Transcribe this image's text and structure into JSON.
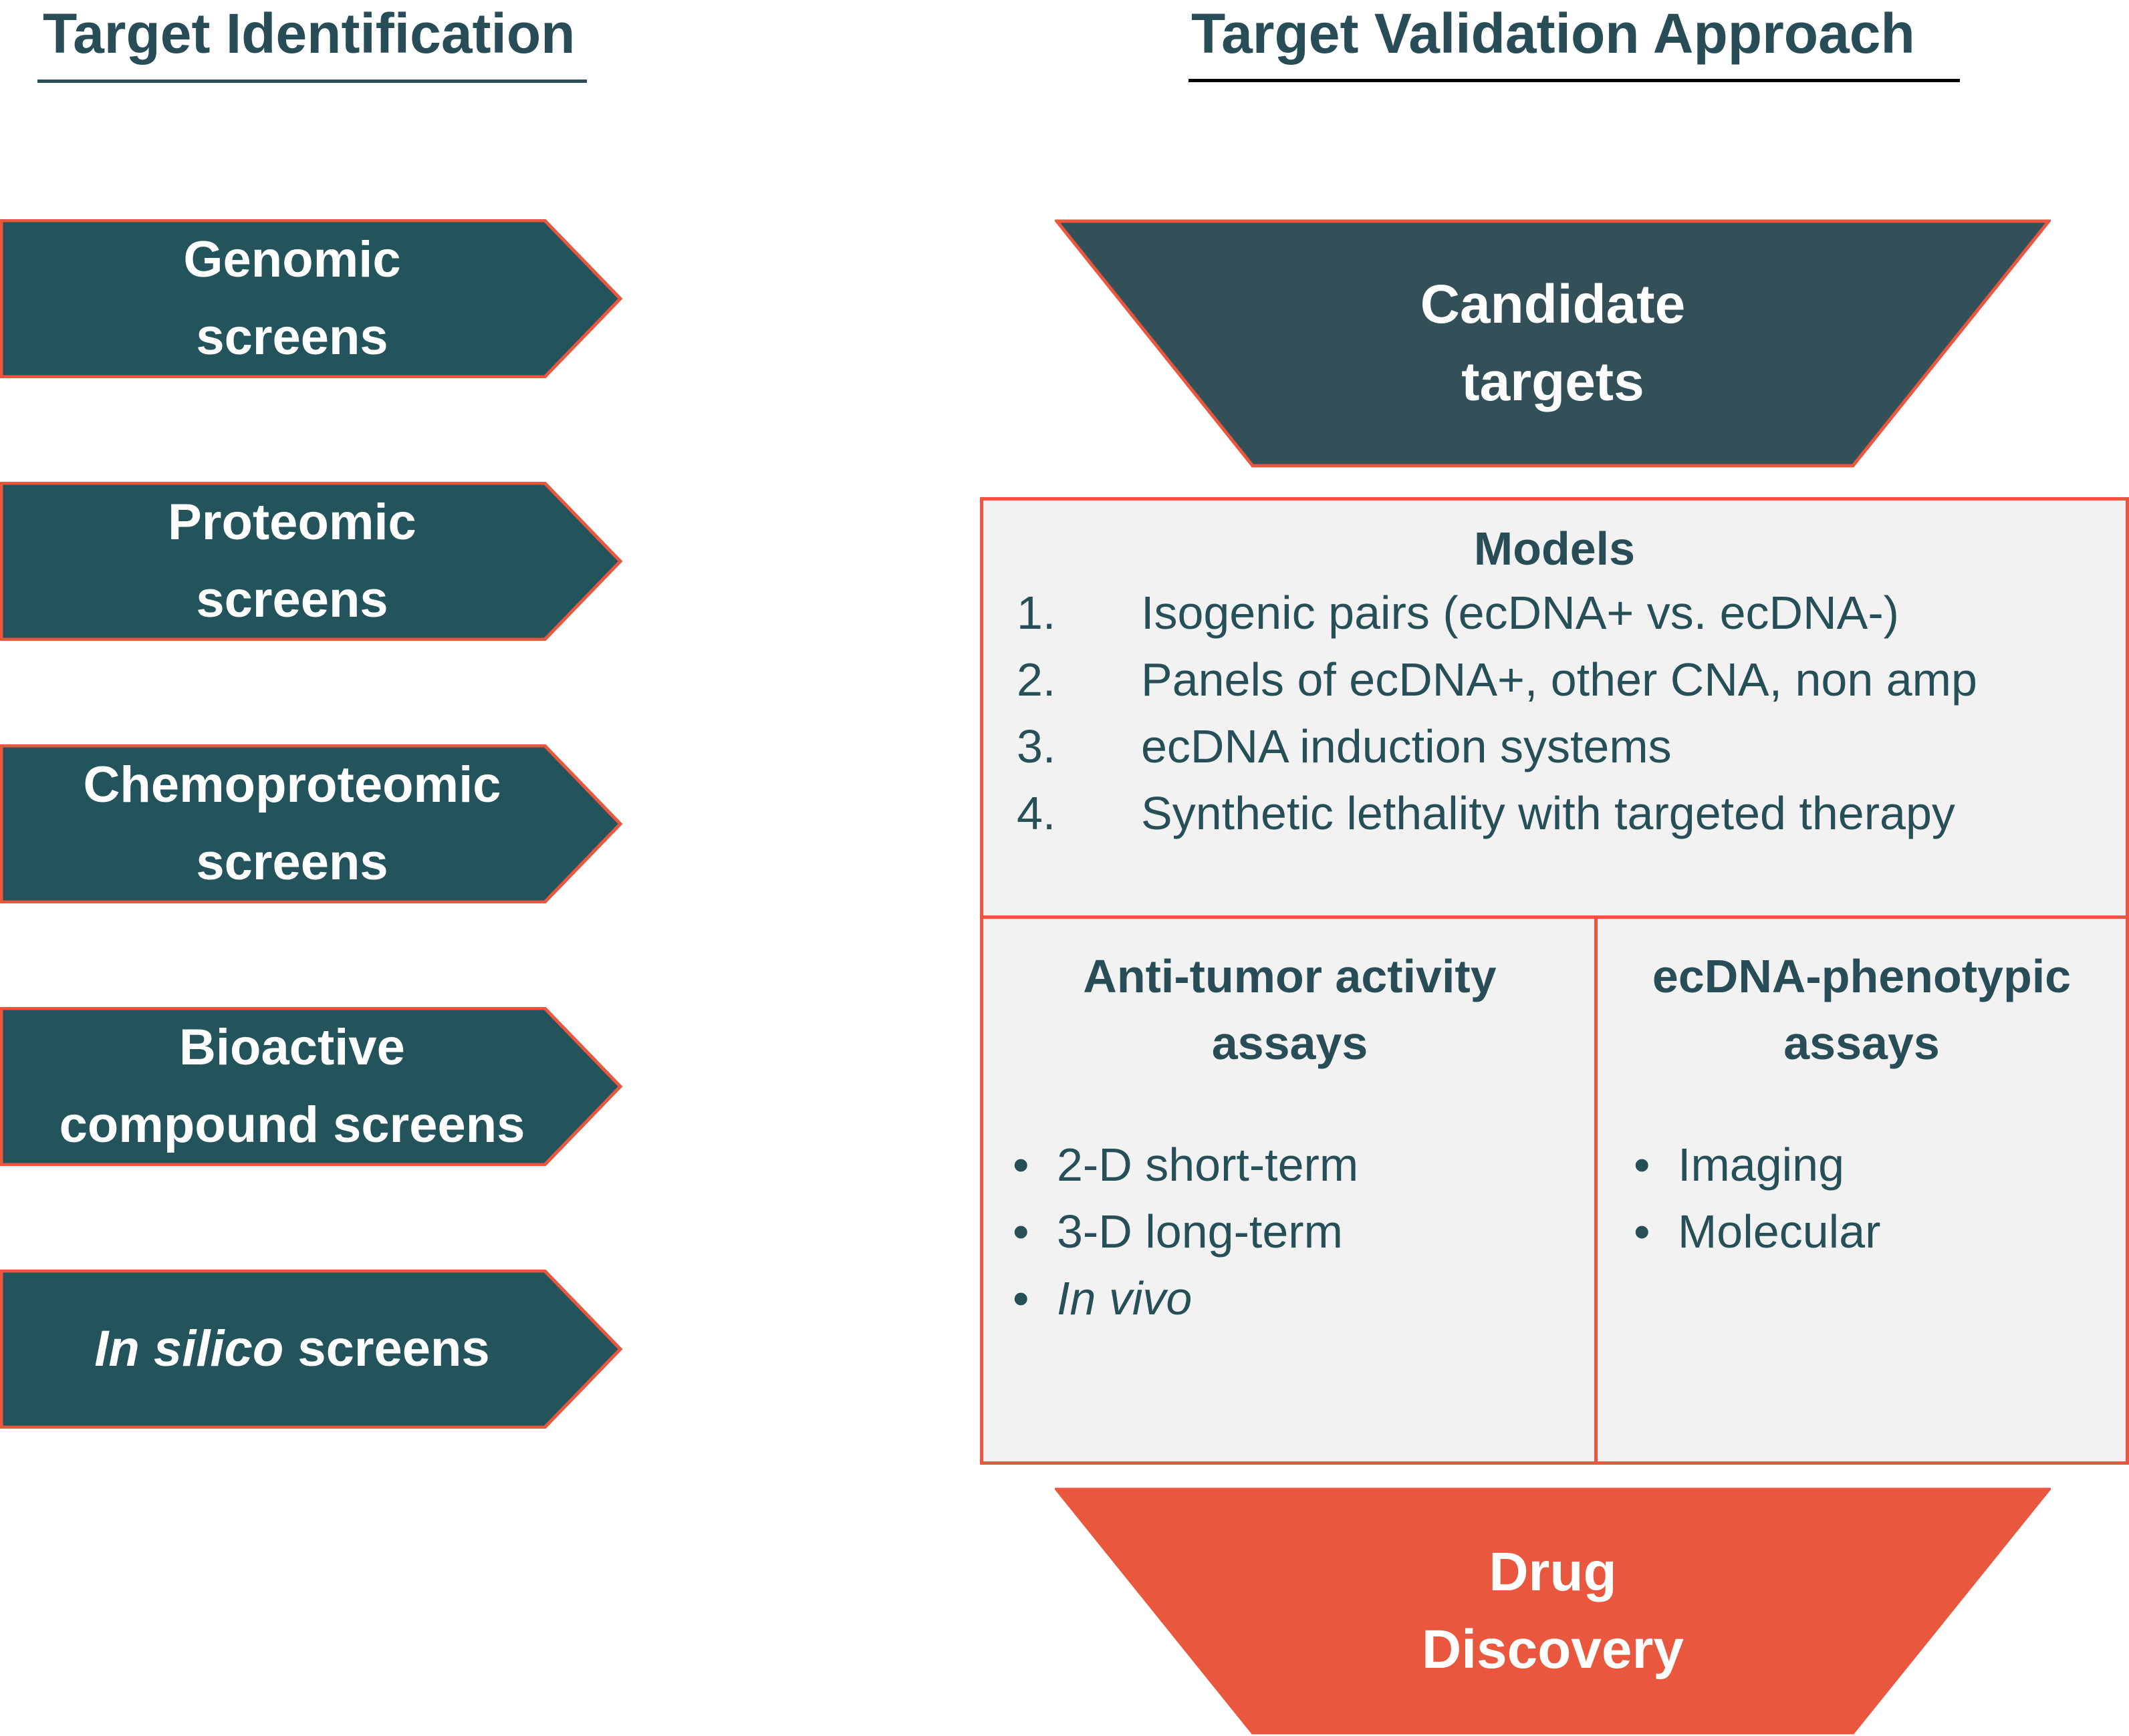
{
  "headers": {
    "left": "Target Identification",
    "right": "Target Validation Approach"
  },
  "screens": [
    {
      "line1": "Genomic",
      "line2": "screens"
    },
    {
      "line1": "Proteomic",
      "line2": "screens"
    },
    {
      "line1": "Chemoproteomic",
      "line2": "screens"
    },
    {
      "line1": "Bioactive",
      "line2": "compound screens"
    },
    {
      "italic": "In silico",
      "rest": " screens"
    }
  ],
  "funnel_top": {
    "line1": "Candidate",
    "line2": "targets"
  },
  "models": {
    "title": "Models",
    "items": [
      {
        "num": "1.",
        "text": "Isogenic pairs (ecDNA+ vs. ecDNA-)"
      },
      {
        "num": "2.",
        "text": "Panels of ecDNA+, other CNA, non amp"
      },
      {
        "num": "3.",
        "text": "ecDNA induction systems"
      },
      {
        "num": "4.",
        "text": "Synthetic lethality with targeted therapy"
      }
    ]
  },
  "anti_tumor": {
    "title_line1": "Anti-tumor activity",
    "title_line2": "assays",
    "bullet": "•",
    "items": [
      "2-D short-term",
      "3-D long-term",
      "In vivo"
    ]
  },
  "phenotypic": {
    "title_line1": "ecDNA-phenotypic",
    "title_line2": "assays",
    "bullet": "•",
    "items": [
      "Imaging",
      "Molecular"
    ]
  },
  "funnel_bottom": {
    "line1": "Drug",
    "line2": "Discovery"
  },
  "colors": {
    "teal": "#23535b",
    "dark_slate": "#334f58",
    "orange": "#e8573e",
    "box_fill": "#f2f2f2"
  }
}
